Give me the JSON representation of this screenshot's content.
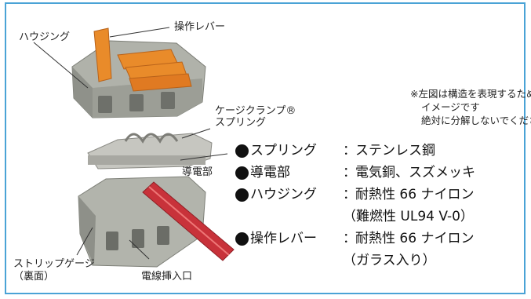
{
  "labels": {
    "housing": "ハウジング",
    "lever": "操作レバー",
    "spring": "ケージクランプ®",
    "spring2": "スプリング",
    "conductor": "導電部",
    "strip_gauge": "ストリップゲージ",
    "strip_gauge2": "（裏面）",
    "wire_entry": "電線挿入口"
  },
  "note": {
    "line1": "※左図は構造を表現するための",
    "line2": "イメージです",
    "line3": "絶対に分解しないでください"
  },
  "specs": {
    "row1": {
      "key": "スプリング",
      "colon": "：",
      "value": "ステンレス鋼"
    },
    "row2": {
      "key": "導電部",
      "colon": "：",
      "value": "電気銅、スズメッキ"
    },
    "row3": {
      "key": "ハウジング",
      "colon": "：",
      "value": "耐熱性 66 ナイロン"
    },
    "row3b": "（難燃性 UL94 V-0）",
    "row4": {
      "key": "操作レバー",
      "colon": "：",
      "value": "耐熱性 66 ナイロン"
    },
    "row4b": "（ガラス入り）"
  },
  "colors": {
    "border": "#4aa3d6",
    "lever": "#e98b2a",
    "wire": "#c8323a",
    "housing": "#a9aca3"
  }
}
